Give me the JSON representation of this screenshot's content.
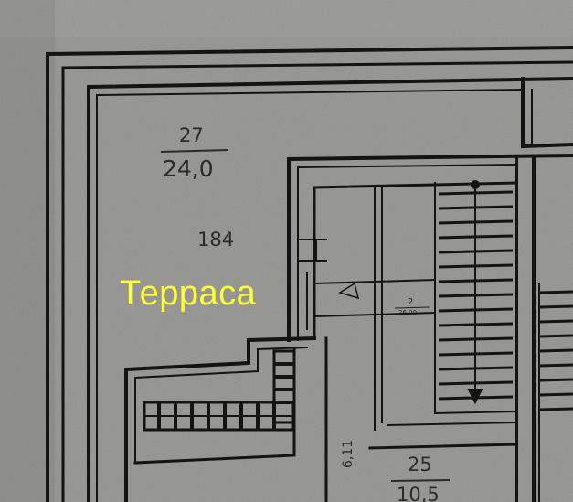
{
  "plan": {
    "overlay_label": "Терраса",
    "terrace_room": {
      "number": "27",
      "area": "24,0",
      "ceiling_height": "184"
    },
    "hall_room": {
      "number": "2",
      "area": "26,00"
    },
    "side_dimension": "6,11",
    "bottom_room": {
      "number": "25",
      "area": "10,5"
    },
    "colors": {
      "paper": "#8d8d8a",
      "ink": "#141414",
      "overlay_text": "#ffff33"
    }
  }
}
